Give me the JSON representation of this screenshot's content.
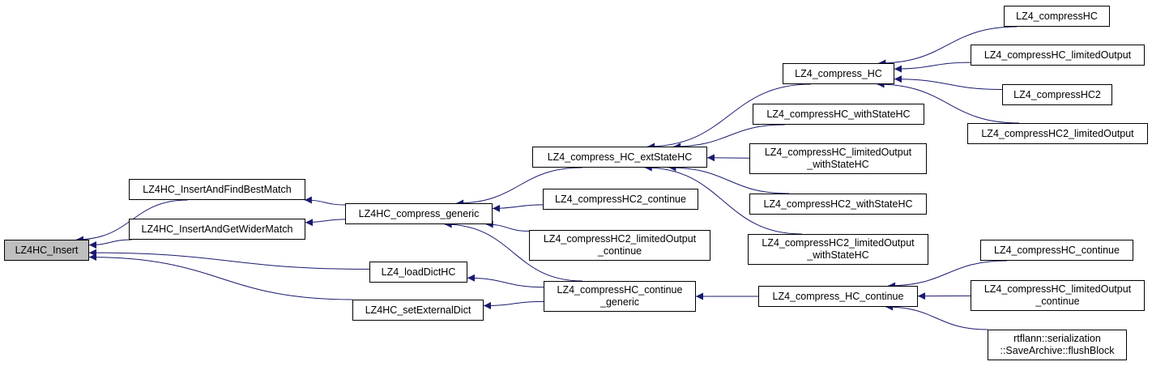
{
  "graph": {
    "edge_color": "#191970",
    "root_fill": "#bfbfbf",
    "nodes": {
      "insert": {
        "label": "LZ4HC_Insert"
      },
      "find_best_match": {
        "label": "LZ4HC_InsertAndFindBestMatch"
      },
      "get_wider_match": {
        "label": "LZ4HC_InsertAndGetWiderMatch"
      },
      "load_dict": {
        "label": "LZ4_loadDictHC"
      },
      "set_external_dict": {
        "label": "LZ4HC_setExternalDict"
      },
      "compress_generic": {
        "label": "LZ4HC_compress_generic"
      },
      "ext_state": {
        "label": "LZ4_compress_HC_extStateHC"
      },
      "hc2_continue": {
        "label": "LZ4_compressHC2_continue"
      },
      "hc2_limited_continue": {
        "line1": "LZ4_compressHC2_limitedOutput",
        "line2": "_continue"
      },
      "continue_generic": {
        "line1": "LZ4_compressHC_continue",
        "line2": "_generic"
      },
      "compress_hc": {
        "label": "LZ4_compress_HC"
      },
      "with_state": {
        "label": "LZ4_compressHC_withStateHC"
      },
      "limited_with_state": {
        "line1": "LZ4_compressHC_limitedOutput",
        "line2": "_withStateHC"
      },
      "hc2_with_state": {
        "label": "LZ4_compressHC2_withStateHC"
      },
      "hc2_limited_with_state": {
        "line1": "LZ4_compressHC2_limitedOutput",
        "line2": "_withStateHC"
      },
      "compress_hc_continue": {
        "label": "LZ4_compress_HC_continue"
      },
      "compresshc": {
        "label": "LZ4_compressHC"
      },
      "compresshc_limited": {
        "label": "LZ4_compressHC_limitedOutput"
      },
      "compresshc2": {
        "label": "LZ4_compressHC2"
      },
      "compresshc2_limited": {
        "label": "LZ4_compressHC2_limitedOutput"
      },
      "compresshc_continue": {
        "label": "LZ4_compressHC_continue"
      },
      "compresshc_limited_continue": {
        "line1": "LZ4_compressHC_limitedOutput",
        "line2": "_continue"
      },
      "flush_block": {
        "line1": "rtflann::serialization",
        "line2": "::SaveArchive::flushBlock"
      }
    },
    "edges": [
      [
        "find_best_match",
        "insert"
      ],
      [
        "get_wider_match",
        "insert"
      ],
      [
        "load_dict",
        "insert"
      ],
      [
        "set_external_dict",
        "insert"
      ],
      [
        "compress_generic",
        "find_best_match"
      ],
      [
        "compress_generic",
        "get_wider_match"
      ],
      [
        "continue_generic",
        "load_dict"
      ],
      [
        "continue_generic",
        "set_external_dict"
      ],
      [
        "ext_state",
        "compress_generic"
      ],
      [
        "hc2_continue",
        "compress_generic"
      ],
      [
        "hc2_limited_continue",
        "compress_generic"
      ],
      [
        "continue_generic",
        "compress_generic"
      ],
      [
        "compress_hc",
        "ext_state"
      ],
      [
        "with_state",
        "ext_state"
      ],
      [
        "limited_with_state",
        "ext_state"
      ],
      [
        "hc2_with_state",
        "ext_state"
      ],
      [
        "hc2_limited_with_state",
        "ext_state"
      ],
      [
        "compress_hc_continue",
        "continue_generic"
      ],
      [
        "compresshc",
        "compress_hc"
      ],
      [
        "compresshc_limited",
        "compress_hc"
      ],
      [
        "compresshc2",
        "compress_hc"
      ],
      [
        "compresshc2_limited",
        "compress_hc"
      ],
      [
        "compresshc_continue",
        "compress_hc_continue"
      ],
      [
        "compresshc_limited_continue",
        "compress_hc_continue"
      ],
      [
        "flush_block",
        "compress_hc_continue"
      ]
    ]
  }
}
